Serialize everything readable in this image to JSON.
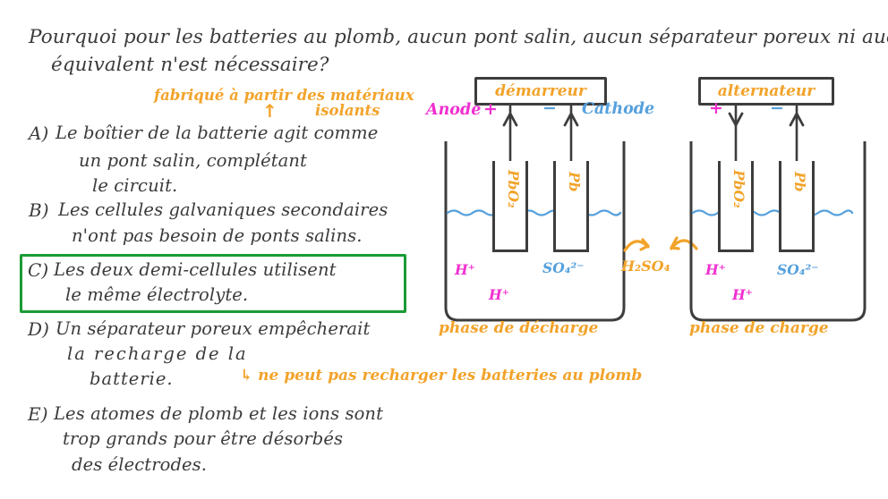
{
  "question": {
    "line1": "Pourquoi pour les batteries au plomb, aucun pont salin, aucun séparateur poreux ni aucun",
    "line2": "équivalent n'est nécessaire?"
  },
  "annotations": {
    "insulating_materials_line1": "fabriqué à partir des matériaux",
    "insulating_materials_line2": "isolants",
    "arrow_up": "↑",
    "cannot_recharge": "↳ ne peut pas recharger les batteries au plomb"
  },
  "options": [
    {
      "label": "A)",
      "lines": [
        "Le boîtier de la batterie agit comme",
        "un pont salin, complétant",
        "le circuit."
      ],
      "highlighted": false
    },
    {
      "label": "B)",
      "lines": [
        "Les cellules galvaniques secondaires",
        "n'ont pas besoin de ponts salins."
      ],
      "highlighted": false
    },
    {
      "label": "C)",
      "lines": [
        "Les deux demi-cellules utilisent",
        "le même électrolyte."
      ],
      "highlighted": true
    },
    {
      "label": "D)",
      "lines": [
        "Un séparateur poreux empêcherait",
        "la recharge de la",
        "batterie."
      ],
      "highlighted": false
    },
    {
      "label": "E)",
      "lines": [
        "Les atomes de plomb et les ions sont",
        "trop grands pour être désorbés",
        "des électrodes."
      ],
      "highlighted": false
    }
  ],
  "diagrams": [
    {
      "id": "discharge",
      "device": "démarreur",
      "left_terminal_name": "Anode",
      "left_terminal_sign": "+",
      "right_terminal_sign": "−",
      "right_terminal_name": "Cathode",
      "left_electrode": "PbO₂",
      "right_electrode": "Pb",
      "ions": [
        "H⁺",
        "H⁺",
        "SO₄²⁻"
      ],
      "caption": "phase de décharge"
    },
    {
      "id": "charge",
      "device": "alternateur",
      "left_terminal_name": "",
      "left_terminal_sign": "+",
      "right_terminal_sign": "−",
      "right_terminal_name": "",
      "left_electrode": "PbO₂",
      "right_electrode": "Pb",
      "ions": [
        "H⁺",
        "H⁺",
        "SO₄²⁻"
      ],
      "caption": "phase de charge"
    }
  ],
  "middle_species": "H₂SO₄",
  "colors": {
    "ink": "#3b3b3b",
    "orange": "#f2a32a",
    "pink": "#f02fd0",
    "blue": "#55a0dd",
    "green": "#1a9b34",
    "paper": "#ffffff"
  }
}
